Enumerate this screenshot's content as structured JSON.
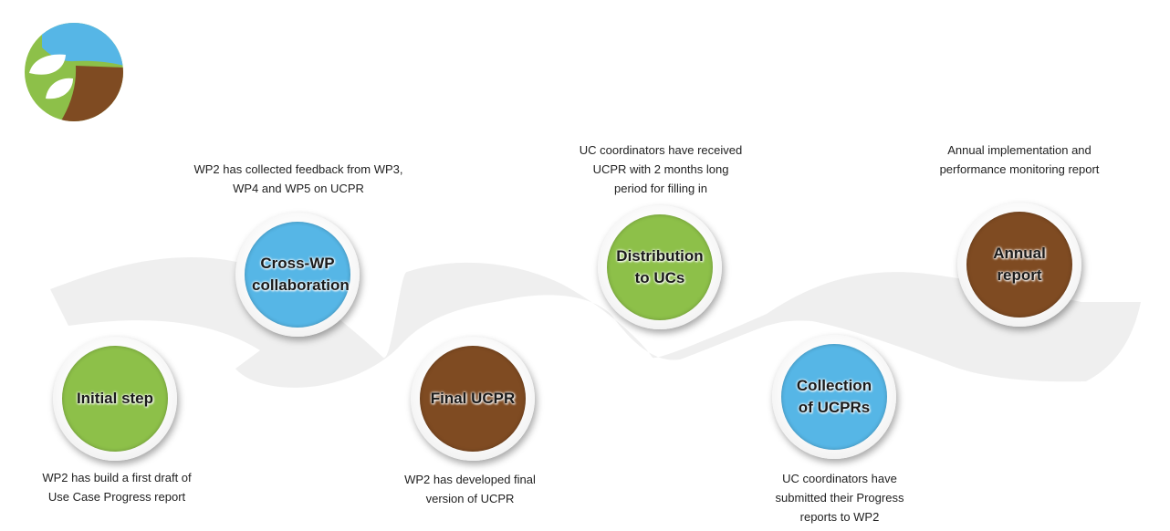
{
  "colors": {
    "green": "#8dc049",
    "blue": "#56b6e6",
    "brown": "#7f4b22",
    "arrow": "#efefef"
  },
  "logo": {
    "icon": "leaf-logo-icon"
  },
  "steps": [
    {
      "title": "Initial step",
      "color": "green",
      "description": "WP2 has build a first draft of Use Case Progress report"
    },
    {
      "title": "Cross-WP collaboration",
      "color": "blue",
      "description": "WP2 has collected feedback from WP3, WP4 and WP5 on UCPR"
    },
    {
      "title": "Final UCPR",
      "color": "brown",
      "description": "WP2 has developed final version of UCPR"
    },
    {
      "title": "Distribution to UCs",
      "color": "green",
      "description": "UC coordinators have received UCPR with 2 months long period for filling in"
    },
    {
      "title": "Collection of UCPRs",
      "color": "blue",
      "description": "UC coordinators have submitted their Progress reports to WP2"
    },
    {
      "title": "Annual report",
      "color": "brown",
      "description": "Annual implementation and performance monitoring report"
    }
  ]
}
